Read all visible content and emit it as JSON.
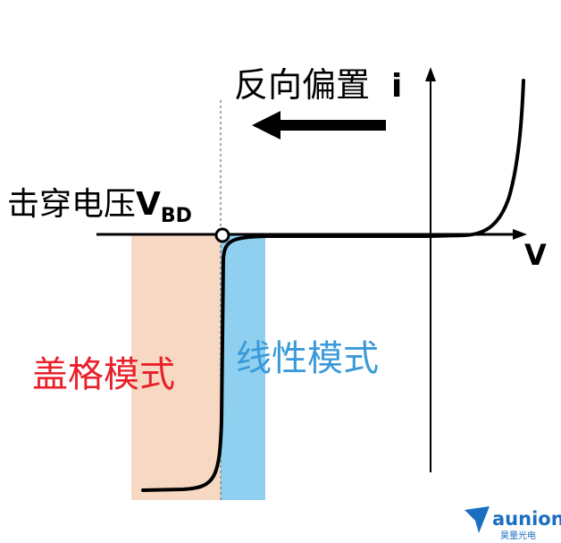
{
  "labels": {
    "reverse_bias": "反向偏置",
    "current_axis": "i",
    "voltage_axis": "V",
    "breakdown_prefix": "击穿电压",
    "breakdown_symbol": "V",
    "breakdown_subscript": "BD",
    "geiger_mode": "盖格模式",
    "linear_mode": "线性模式"
  },
  "logo": {
    "name": "aunion",
    "tagline": "昊量光电"
  },
  "colors": {
    "geiger_region": "#f7d8c2",
    "linear_region": "#8fd0f0",
    "geiger_text": "#e8202a",
    "linear_text": "#3a9ad9",
    "curve": "#000000",
    "logo": "#1c6fc0"
  }
}
